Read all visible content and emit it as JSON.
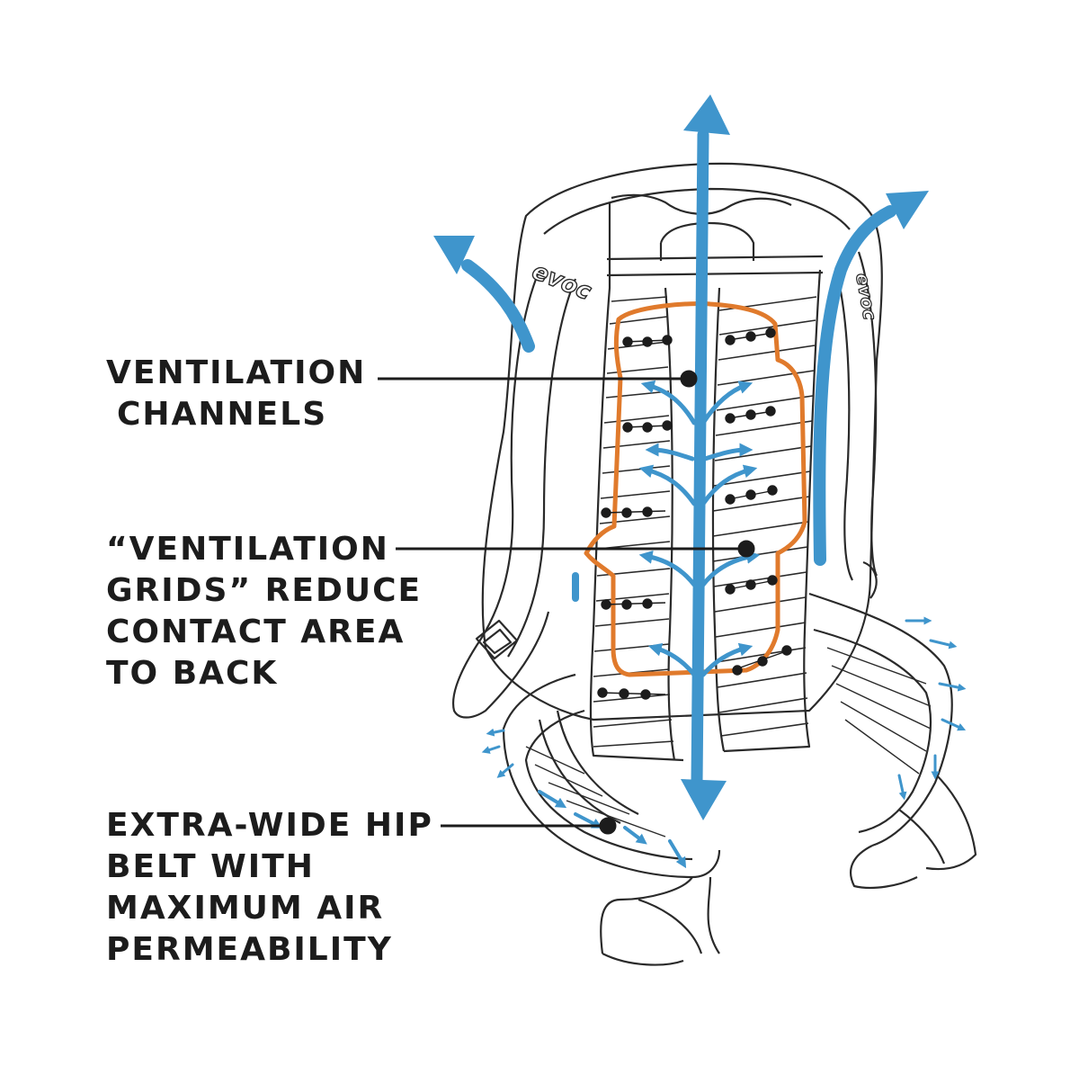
{
  "labels": {
    "ventilation_channels": [
      "VENTILATION",
      "CHANNELS"
    ],
    "ventilation_grids": [
      "“VENTILATION",
      "GRIDS” REDUCE",
      "CONTACT AREA",
      "TO BACK"
    ],
    "hip_belt": [
      "EXTRA-WIDE HIP",
      "BELT WITH",
      "MAXIMUM AIR",
      "PERMEABILITY"
    ]
  },
  "brand": {
    "strap_logo_left": "evoc",
    "strap_logo_right": "evoc"
  },
  "colors": {
    "airflow": "#3f95cc",
    "contact_outline": "#e07a2c",
    "line_art": "#2a2a2a",
    "text": "#1c1c1c",
    "background": "#ffffff"
  },
  "icons": {
    "airflow_arrow": "up-arrow-icon",
    "airflow_arrow_down": "down-arrow-icon",
    "callout_dot": "dot-icon"
  }
}
